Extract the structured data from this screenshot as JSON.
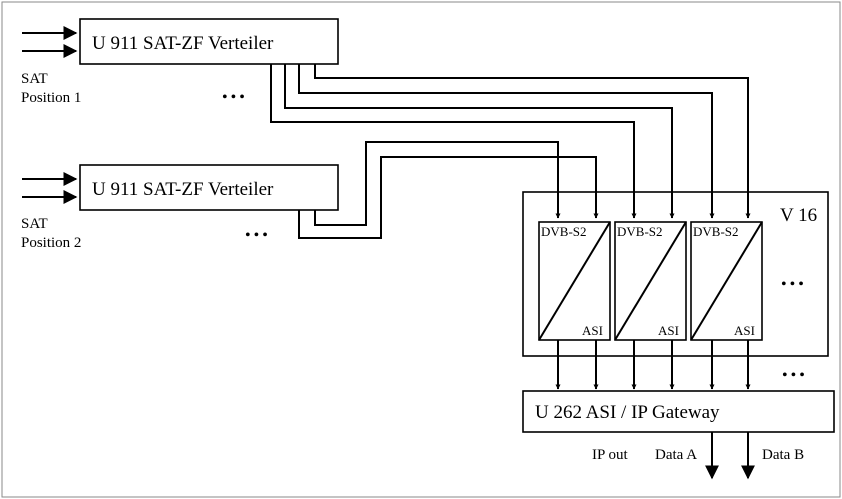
{
  "colors": {
    "line": "#000000",
    "background": "#ffffff",
    "frame": "#8a8a8a"
  },
  "distributors": [
    {
      "label": "U 911 SAT-ZF Verteiler",
      "sat_label": "SAT",
      "position_label": "Position 1"
    },
    {
      "label": "U 911 SAT-ZF Verteiler",
      "sat_label": "SAT",
      "position_label": "Position 2"
    }
  ],
  "v16": {
    "label": "V 16",
    "modules": [
      {
        "top_label": "DVB-S2",
        "bottom_label": "ASI"
      },
      {
        "top_label": "DVB-S2",
        "bottom_label": "ASI"
      },
      {
        "top_label": "DVB-S2",
        "bottom_label": "ASI"
      }
    ]
  },
  "gateway": {
    "label": "U 262 ASI / IP Gateway",
    "ip_out_label": "IP out",
    "output_a_label": "Data A",
    "output_b_label": "Data B"
  },
  "ellipsis": "•••"
}
